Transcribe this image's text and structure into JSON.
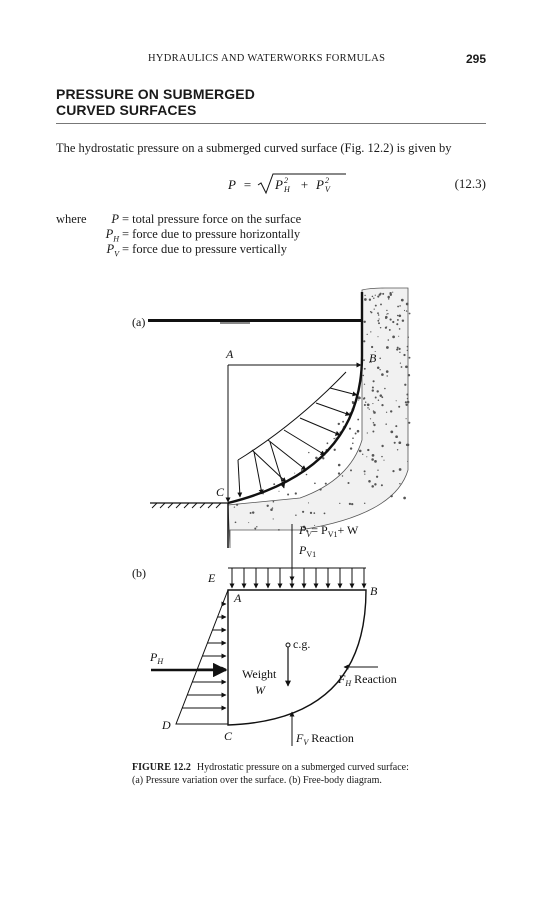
{
  "header": {
    "running_title": "HYDRAULICS AND WATERWORKS FORMULAS",
    "page_number": "295"
  },
  "section": {
    "title_line1": "PRESSURE ON SUBMERGED",
    "title_line2": "CURVED SURFACES"
  },
  "body": {
    "intro": "The hydrostatic pressure on a submerged curved surface (Fig. 12.2) is given by",
    "equation": {
      "lhs": "P",
      "equals": "=",
      "term1": "P",
      "term1_sub": "H",
      "term1_sup": "2",
      "plus": "+",
      "term2": "P",
      "term2_sub": "V",
      "term2_sup": "2",
      "number": "(12.3)"
    },
    "where_word": "where",
    "definitions": [
      {
        "symbol": "P",
        "sub": "",
        "text": "= total pressure force on the surface"
      },
      {
        "symbol": "P",
        "sub": "H",
        "text": "= force due to pressure horizontally"
      },
      {
        "symbol": "P",
        "sub": "V",
        "text": "= force due to pressure vertically"
      }
    ]
  },
  "figure": {
    "labels": {
      "part_a": "(a)",
      "part_b": "(b)",
      "point_a_top": "A",
      "point_b_top": "B",
      "point_c_top": "C",
      "pv_total": "P",
      "pv_total_sub": "V",
      "pv_total_rest": "= P",
      "pv_total_rest_sub": "V1",
      "pv_total_plus": "+ W",
      "pv1": "P",
      "pv1_sub": "V1",
      "point_e": "E",
      "point_a_bottom": "A",
      "point_b_bottom": "B",
      "point_d": "D",
      "point_c_bottom": "C",
      "ph": "P",
      "ph_sub": "H",
      "cg": "c.g.",
      "weight": "Weight",
      "weight_symbol": "W",
      "fh": "F",
      "fh_sub": "H",
      "fh_rest": "Reaction",
      "fv": "F",
      "fv_sub": "V",
      "fv_rest": "Reaction"
    }
  },
  "caption": {
    "label": "FIGURE 12.2",
    "text": "Hydrostatic pressure on a submerged curved surface: (a) Pressure variation over the surface. (b) Free-body diagram."
  }
}
